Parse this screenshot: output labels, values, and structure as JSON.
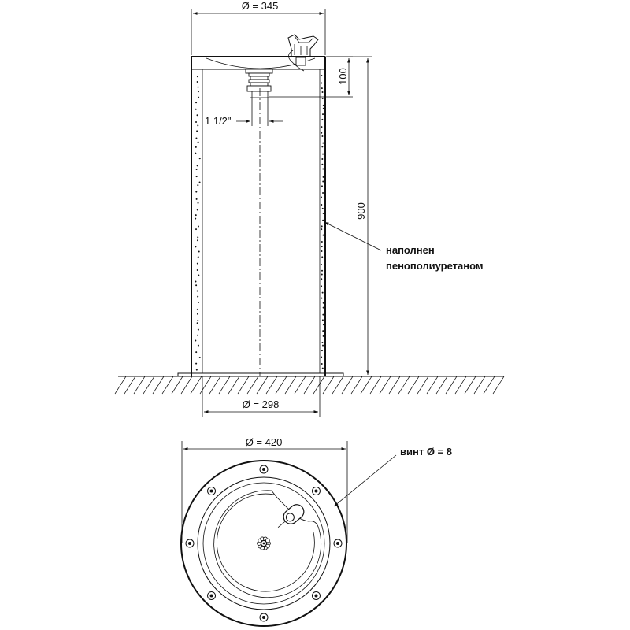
{
  "dimensions": {
    "top_diameter": "Ø = 345",
    "bowl_height": "100",
    "pipe_size": "1 1/2\"",
    "total_height": "900",
    "base_diameter": "Ø = 298",
    "plan_diameter": "Ø = 420"
  },
  "annotations": {
    "fill_line1": "наполнен",
    "fill_line2": "пенополиуретаном",
    "screw": "винт Ø = 8"
  }
}
